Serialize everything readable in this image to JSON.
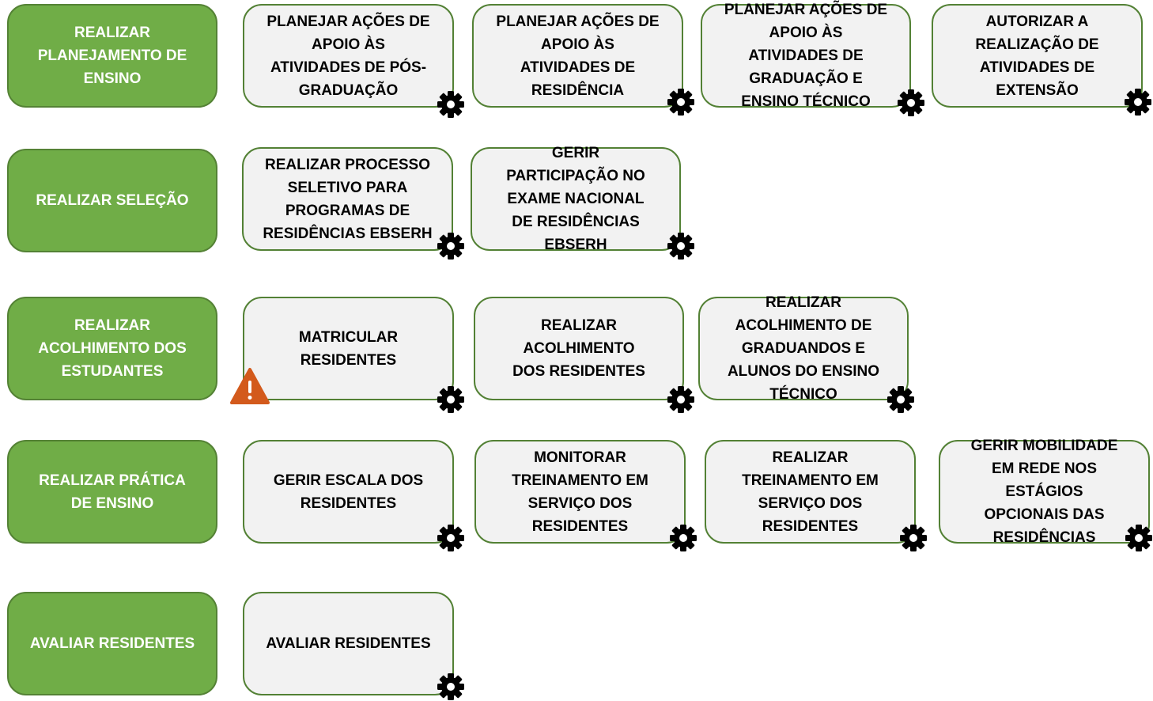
{
  "colors": {
    "process_fill": "#70ad47",
    "process_border": "#548235",
    "subprocess_fill": "#f2f2f2",
    "subprocess_border": "#538135",
    "gear": "#000000",
    "warning": "#d35a1c"
  },
  "rows": [
    {
      "process": "REALIZAR\nPLANEJAMENTO DE\nENSINO",
      "subprocesses": [
        "PLANEJAR AÇÕES DE\nAPOIO ÀS\nATIVIDADES DE PÓS-\nGRADUAÇÃO",
        "PLANEJAR AÇÕES DE\nAPOIO ÀS\nATIVIDADES DE\nRESIDÊNCIA",
        "PLANEJAR AÇÕES DE\nAPOIO ÀS\nATIVIDADES DE\nGRADUAÇÃO E\nENSINO TÉCNICO",
        "AUTORIZAR A\nREALIZAÇÃO DE\nATIVIDADES DE\nEXTENSÃO"
      ]
    },
    {
      "process": "REALIZAR SELEÇÃO",
      "subprocesses": [
        "REALIZAR PROCESSO\nSELETIVO PARA\nPROGRAMAS DE\nRESIDÊNCIAS EBSERH",
        "GERIR\nPARTICIPAÇÃO NO\nEXAME NACIONAL\nDE RESIDÊNCIAS\nEBSERH"
      ]
    },
    {
      "process": "REALIZAR\nACOLHIMENTO DOS\nESTUDANTES",
      "subprocesses": [
        "MATRICULAR\nRESIDENTES",
        "REALIZAR\nACOLHIMENTO\nDOS RESIDENTES",
        "REALIZAR\nACOLHIMENTO DE\nGRADUANDOS E\nALUNOS DO ENSINO\nTÉCNICO"
      ]
    },
    {
      "process": "REALIZAR PRÁTICA\nDE ENSINO",
      "subprocesses": [
        "GERIR ESCALA DOS\nRESIDENTES",
        "MONITORAR\nTREINAMENTO EM\nSERVIÇO DOS\nRESIDENTES",
        "REALIZAR\nTREINAMENTO EM\nSERVIÇO DOS\nRESIDENTES",
        "GERIR MOBILIDADE\nEM REDE NOS\nESTÁGIOS\nOPCIONAIS DAS\nRESIDÊNCIAS"
      ]
    },
    {
      "process": "AVALIAR RESIDENTES",
      "subprocesses": [
        "AVALIAR RESIDENTES"
      ]
    }
  ]
}
